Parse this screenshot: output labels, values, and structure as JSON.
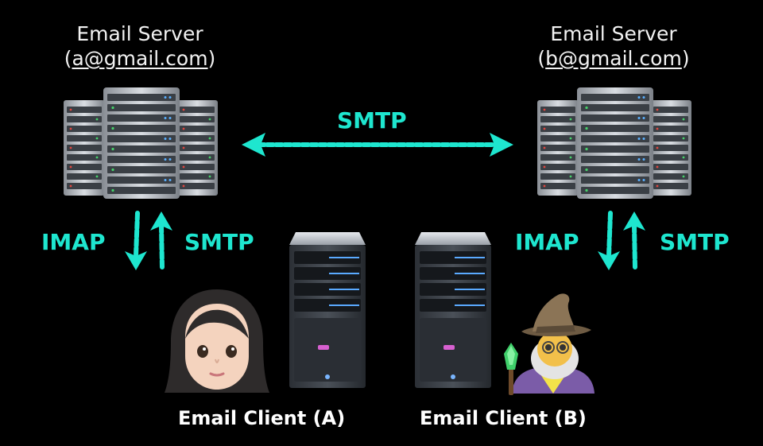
{
  "colors": {
    "background": "#000000",
    "accent": "#1ee6cf",
    "text": "#ffffff"
  },
  "server_a": {
    "title": "Email Server",
    "address_prefix": "(",
    "address": "a@gmail.com",
    "address_suffix": ")"
  },
  "server_b": {
    "title": "Email Server",
    "address_prefix": "(",
    "address": "b@gmail.com",
    "address_suffix": ")"
  },
  "links": {
    "server_to_server": "SMTP",
    "left_down": "IMAP",
    "left_up": "SMTP",
    "right_down": "IMAP",
    "right_up": "SMTP"
  },
  "clients": [
    {
      "label": "Email Client (A)",
      "avatar": "woman-emoji"
    },
    {
      "label": "Email Client (B)",
      "avatar": "wizard-emoji"
    }
  ],
  "icons": [
    "server-rack-icon",
    "tower-server-icon",
    "double-arrow-icon",
    "down-arrow-icon",
    "up-arrow-icon"
  ]
}
